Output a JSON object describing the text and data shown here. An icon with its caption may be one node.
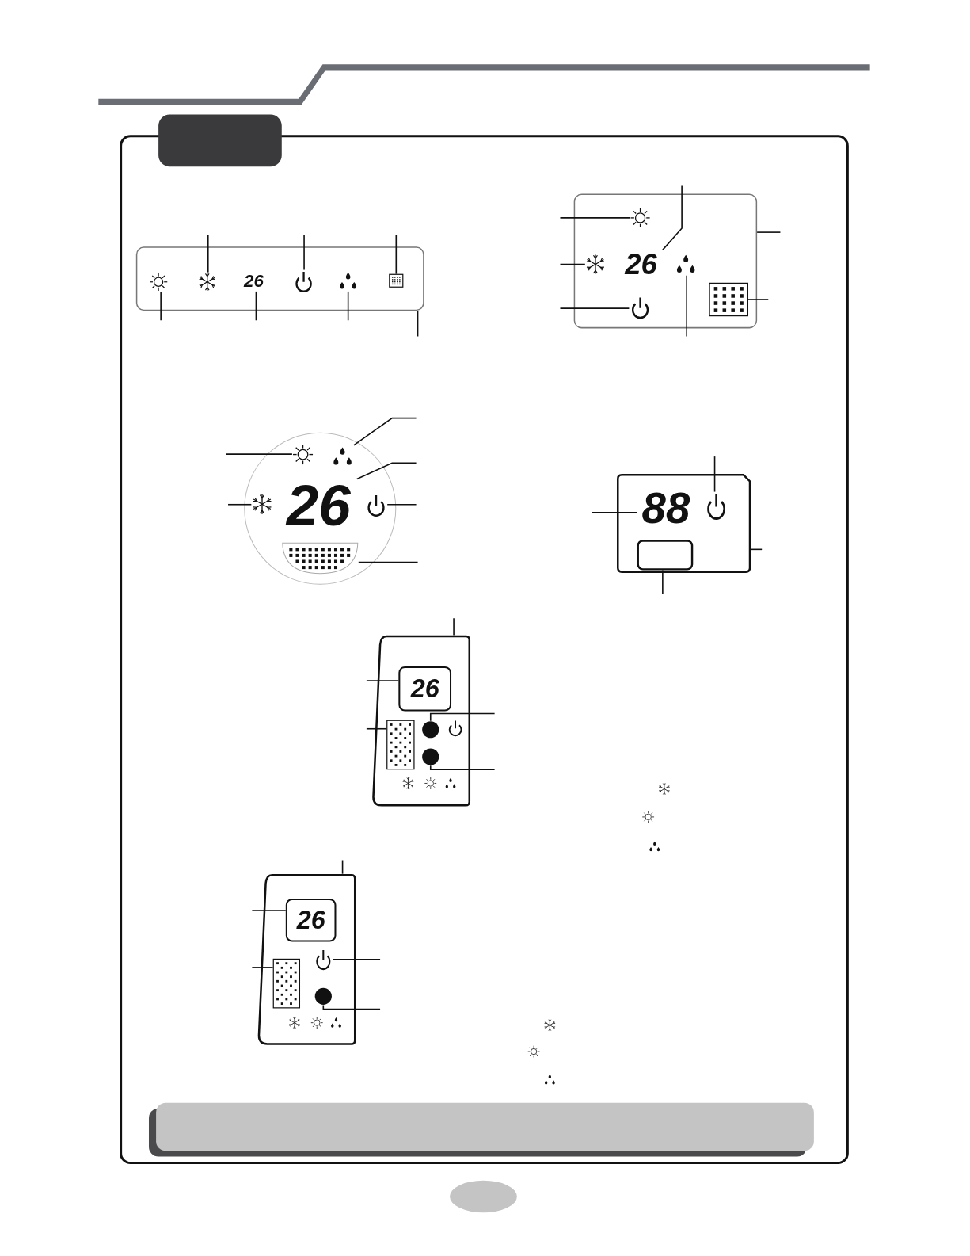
{
  "diagram": {
    "nodes": [
      {
        "text": [],
        "shape": "box"
      },
      {
        "text": [],
        "shape": "sun",
        "in": 0
      },
      {
        "text": [],
        "shape": "snowflake",
        "in": 0
      },
      {
        "text": [
          "26"
        ],
        "in": 0
      },
      {
        "text": [],
        "shape": "power",
        "in": 0
      },
      {
        "text": [],
        "shape": "drops",
        "in": 0
      },
      {
        "text": [],
        "shape": "grid",
        "in": 0
      },
      {
        "text": [],
        "shape": "box"
      },
      {
        "text": [],
        "shape": "sun",
        "in": 7
      },
      {
        "text": [],
        "shape": "snowflake",
        "in": 7
      },
      {
        "text": [
          "26"
        ],
        "in": 7
      },
      {
        "text": [],
        "shape": "drops",
        "in": 7
      },
      {
        "text": [],
        "shape": "power",
        "in": 7
      },
      {
        "text": [],
        "shape": "grid",
        "in": 7
      },
      {
        "text": [],
        "shape": "circle"
      },
      {
        "text": [],
        "shape": "sun",
        "in": 14
      },
      {
        "text": [],
        "shape": "drops",
        "in": 14
      },
      {
        "text": [
          "26"
        ],
        "in": 14
      },
      {
        "text": [],
        "shape": "snowflake",
        "in": 14
      },
      {
        "text": [],
        "shape": "power",
        "in": 14
      },
      {
        "text": [],
        "shape": "grid",
        "in": 14
      },
      {
        "text": [],
        "shape": "box"
      },
      {
        "text": [
          "88"
        ],
        "in": 21
      },
      {
        "text": [],
        "shape": "power",
        "in": 21
      },
      {
        "text": [],
        "shape": "box",
        "in": 21
      },
      {
        "text": [],
        "shape": "box"
      },
      {
        "text": [
          "26"
        ],
        "in": 25
      },
      {
        "text": [],
        "shape": "grid",
        "in": 25
      },
      {
        "text": [],
        "shape": "circle",
        "in": 25
      },
      {
        "text": [],
        "shape": "circle",
        "in": 25
      },
      {
        "text": [],
        "shape": "box"
      },
      {
        "text": [
          "26"
        ],
        "in": 30
      },
      {
        "text": [],
        "shape": "grid",
        "in": 30
      },
      {
        "text": [],
        "shape": "power",
        "in": 30
      },
      {
        "text": [],
        "shape": "circle",
        "in": 30
      }
    ],
    "edges": [
      {
        "from": null,
        "to": 2,
        "arrow": "none"
      },
      {
        "from": null,
        "to": 4,
        "arrow": "none"
      },
      {
        "from": null,
        "to": 6,
        "arrow": "none"
      },
      {
        "from": null,
        "to": 1,
        "arrow": "none"
      },
      {
        "from": null,
        "to": 3,
        "arrow": "none"
      },
      {
        "from": null,
        "to": 5,
        "arrow": "none"
      },
      {
        "from": null,
        "to": 0,
        "arrow": "none"
      },
      {
        "from": null,
        "to": 8,
        "arrow": "none"
      },
      {
        "from": null,
        "to": 9,
        "arrow": "none"
      },
      {
        "from": null,
        "to": 12,
        "arrow": "none"
      },
      {
        "from": null,
        "to": 10,
        "arrow": "none"
      },
      {
        "from": null,
        "to": 11,
        "arrow": "none"
      },
      {
        "from": null,
        "to": 7,
        "arrow": "none"
      },
      {
        "from": null,
        "to": 13,
        "arrow": "none"
      },
      {
        "from": null,
        "to": 15,
        "arrow": "none"
      },
      {
        "from": null,
        "to": 16,
        "arrow": "none"
      },
      {
        "from": null,
        "to": 17,
        "arrow": "none"
      },
      {
        "from": null,
        "to": 18,
        "arrow": "none"
      },
      {
        "from": null,
        "to": 19,
        "arrow": "none"
      },
      {
        "from": null,
        "to": 20,
        "arrow": "none"
      },
      {
        "from": null,
        "to": 22,
        "arrow": "none"
      },
      {
        "from": null,
        "to": 23,
        "arrow": "none"
      },
      {
        "from": null,
        "to": 21,
        "arrow": "none"
      },
      {
        "from": null,
        "to": 24,
        "arrow": "none"
      },
      {
        "from": null,
        "to": 25,
        "arrow": "none"
      },
      {
        "from": null,
        "to": 26,
        "arrow": "none"
      },
      {
        "from": null,
        "to": 27,
        "arrow": "none"
      },
      {
        "from": null,
        "to": 28,
        "arrow": "none"
      },
      {
        "from": null,
        "to": 29,
        "arrow": "none"
      },
      {
        "from": null,
        "to": 30,
        "arrow": "none"
      },
      {
        "from": null,
        "to": 31,
        "arrow": "none"
      },
      {
        "from": null,
        "to": 32,
        "arrow": "none"
      },
      {
        "from": null,
        "to": 33,
        "arrow": "none"
      },
      {
        "from": null,
        "to": 34,
        "arrow": "none"
      }
    ]
  }
}
